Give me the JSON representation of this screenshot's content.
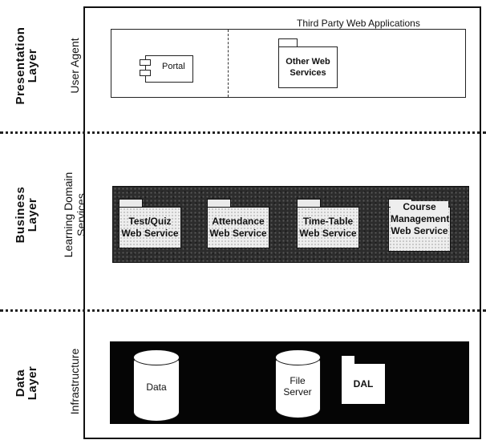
{
  "layers": {
    "presentation": {
      "label": "Presentation Layer",
      "sublabel": "User Agent"
    },
    "business": {
      "label": "Business Layer",
      "sublabel": "Learning Domain Services"
    },
    "data": {
      "label": "Data Layer",
      "sublabel": "Infrastructure"
    }
  },
  "presentation": {
    "third_party_label": "Third Party Web Applications",
    "portal_label": "Portal",
    "other_web_services": "Other Web Services"
  },
  "business": {
    "services": [
      "Test/Quiz Web Service",
      "Attendance Web Service",
      "Time-Table Web Service",
      "Course Management Web Service"
    ]
  },
  "data_layer": {
    "data_label": "Data",
    "file_server_label": "File Server",
    "dal_label": "DAL"
  }
}
